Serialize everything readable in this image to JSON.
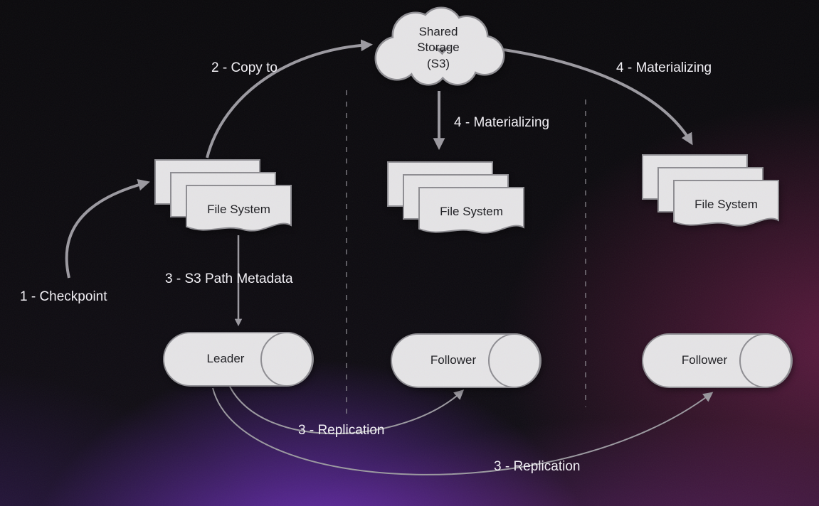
{
  "diagram": {
    "cloud_label": "Shared\nStorage\n(S3)",
    "nodes": {
      "fs_left": "File System",
      "fs_center": "File System",
      "fs_right": "File System",
      "leader": "Leader",
      "follower_center": "Follower",
      "follower_right": "Follower"
    },
    "edge_labels": {
      "checkpoint": "1 - Checkpoint",
      "copy_to": "2 - Copy to",
      "s3_path_metadata": "3 - S3 Path Metadata",
      "replication_center": "3 - Replication",
      "replication_right": "3 - Replication",
      "materializing_center": "4 - Materializing",
      "materializing_right": "4 - Materializing"
    },
    "colors": {
      "shape_fill": "#e5e4e6",
      "shape_stroke": "#8e8d92",
      "arrow": "#9b99a0",
      "edge_label_text": "#f1eff4",
      "node_text": "#232327"
    }
  }
}
